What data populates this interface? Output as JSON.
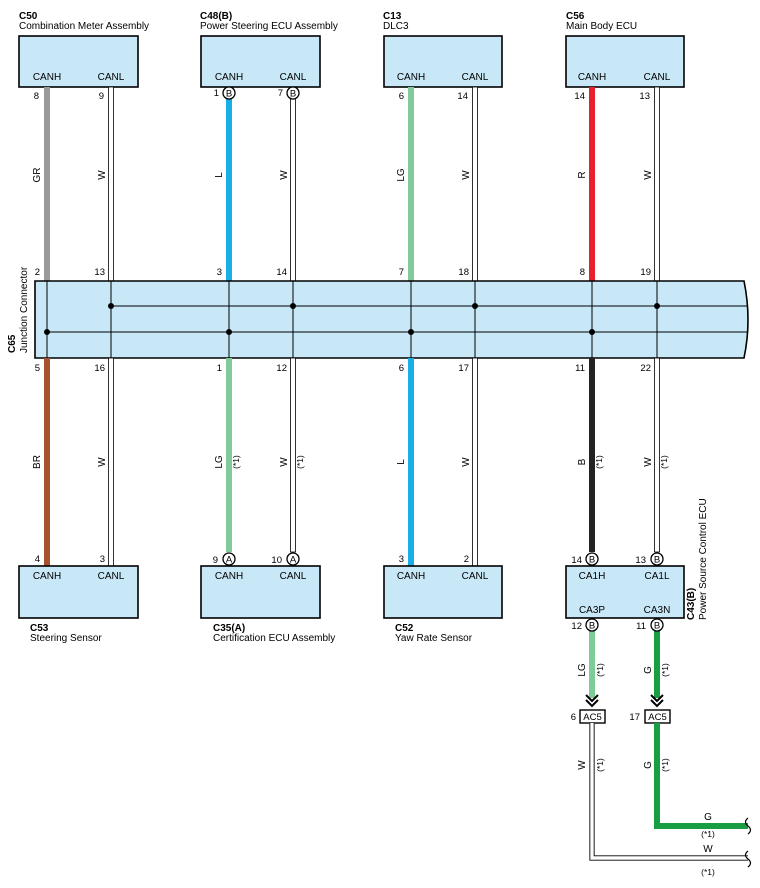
{
  "components": {
    "c50": {
      "code": "C50",
      "name": "Combination Meter Assembly",
      "canh": "CANH",
      "canl": "CANL",
      "pin_h": "8",
      "pin_l": "9"
    },
    "c48": {
      "code": "C48(B)",
      "name": "Power Steering ECU Assembly",
      "canh": "CANH",
      "canl": "CANL",
      "pin_h": "1",
      "pin_l": "7",
      "mark_h": "B",
      "mark_l": "B"
    },
    "c13": {
      "code": "C13",
      "name": "DLC3",
      "canh": "CANH",
      "canl": "CANL",
      "pin_h": "6",
      "pin_l": "14"
    },
    "c56": {
      "code": "C56",
      "name": "Main Body ECU",
      "canh": "CANH",
      "canl": "CANL",
      "pin_h": "14",
      "pin_l": "13"
    },
    "c53": {
      "code": "C53",
      "name": "Steering Sensor",
      "canh": "CANH",
      "canl": "CANL",
      "pin_h": "4",
      "pin_l": "3"
    },
    "c35": {
      "code": "C35(A)",
      "name": "Certification ECU Assembly",
      "canh": "CANH",
      "canl": "CANL",
      "pin_h": "9",
      "pin_l": "10",
      "mark_h": "A",
      "mark_l": "A"
    },
    "c52": {
      "code": "C52",
      "name": "Yaw Rate Sensor",
      "canh": "CANH",
      "canl": "CANL",
      "pin_h": "3",
      "pin_l": "2"
    },
    "c43": {
      "code": "C43(B)",
      "name": "Power Source Control ECU",
      "ca1h": "CA1H",
      "ca1l": "CA1L",
      "ca3p": "CA3P",
      "ca3n": "CA3N",
      "pin_1h": "14",
      "pin_1l": "13",
      "pin_3p": "12",
      "pin_3n": "11",
      "mark": "B"
    }
  },
  "junction": {
    "code": "C65",
    "name": "Junction Connector",
    "top_pins": [
      "2",
      "13",
      "3",
      "14",
      "7",
      "18",
      "8",
      "19"
    ],
    "bottom_pins": [
      "5",
      "16",
      "1",
      "12",
      "6",
      "17",
      "11",
      "22"
    ]
  },
  "wires": {
    "c50_h": "GR",
    "c50_l": "W",
    "c48_h": "L",
    "c48_l": "W",
    "c13_h": "LG",
    "c13_l": "W",
    "c56_h": "R",
    "c56_l": "W",
    "c53_h": "BR",
    "c53_l": "W",
    "c35_h": "LG",
    "c35_l": "W",
    "c52_h": "L",
    "c52_l": "W",
    "c43_h": "B",
    "c43_l": "W",
    "c43_p": "LG",
    "c43_n": "G",
    "ac5_p": "W",
    "ac5_n": "G",
    "out_g": "G",
    "out_w": "W",
    "note": "(*1)"
  },
  "ac5": {
    "label": "AC5",
    "pin_p": "6",
    "pin_n": "17"
  },
  "colors": {
    "GR": "#999999",
    "L": "#1aaee6",
    "LG": "#7fcc98",
    "R": "#e8202a",
    "BR": "#a8512e",
    "B": "#222222",
    "G": "#1a9e44",
    "W": "#ffffff",
    "box_fill": "#c9e8f7"
  }
}
